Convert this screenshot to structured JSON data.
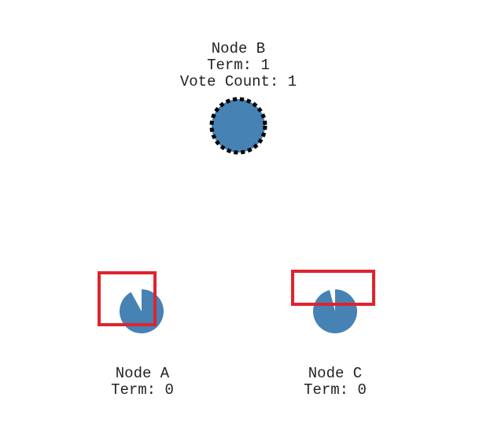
{
  "colors": {
    "node_fill": "#4682b4",
    "candidate_border": "#000000",
    "timer_box": "#e0232e",
    "text": "#222222",
    "background": "#ffffff"
  },
  "nodes": [
    {
      "name": "Node B",
      "term": "Term: 1",
      "votes": "Vote Count: 1",
      "state": "candidate"
    },
    {
      "name": "Node A",
      "term": "Term: 0",
      "state": "follower",
      "timer_remaining_fraction": 0.92
    },
    {
      "name": "Node C",
      "term": "Term: 0",
      "state": "follower",
      "timer_remaining_fraction": 0.96
    }
  ]
}
